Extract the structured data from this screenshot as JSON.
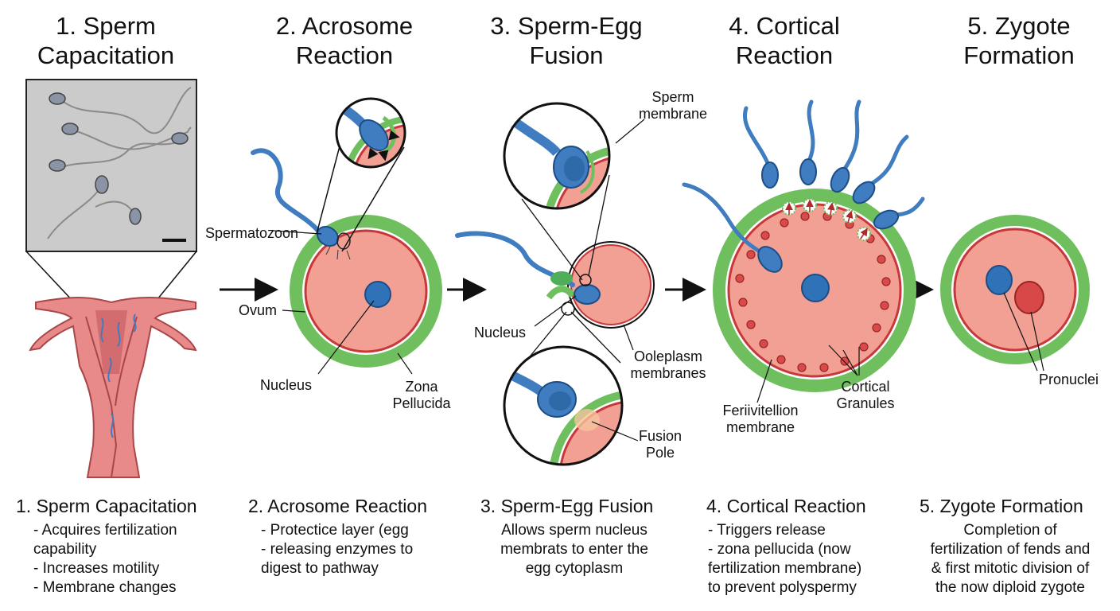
{
  "stages": [
    {
      "title": "1. Sperm\nCapacitation"
    },
    {
      "title": "2. Acrosome\nReaction"
    },
    {
      "title": "3. Sperm-Egg\nFusion"
    },
    {
      "title": "4. Cortical\nReaction"
    },
    {
      "title": "5. Zygote\nFormation"
    }
  ],
  "labels": {
    "spermatozoon": "Spermatozoon",
    "ovum": "Ovum",
    "nucleus_2": "Nucleus",
    "zona_pellucida": "Zona\nPellucida",
    "sperm_membrane": "Sperm\nmembrane",
    "nucleus_3": "Nucleus",
    "ooleplasm": "Ooleplasm\nmembranes",
    "fusion_pole": "Fusion\nPole",
    "perivitelline": "Feriivitellion\nmembrane",
    "cortical_granules": "Cortical\nGranules",
    "pronuclei": "Pronuclei"
  },
  "captions": [
    {
      "title": "1. Sperm Capacitation",
      "text": "- Acquires fertilization\n   capability\n- Increases motility\n- Membrane changes"
    },
    {
      "title": "2. Acrosome Reaction",
      "text": "- Protectice layer (egg\n- releasing enzymes to\n   digest to pathway"
    },
    {
      "title": "3. Sperm-Egg Fusion",
      "text": "Allows sperm nucleus\nmembrats to enter the\negg cytoplasm"
    },
    {
      "title": "4. Cortical Reaction",
      "text": "- Triggers release\n- zona pellucida (now\n   fertilization membrane)\n   to prevent polyspermy"
    },
    {
      "title": "5. Zygote Formation",
      "text": "Completion of\nfertilization of fends and\n& first mitotic division of\nthe now diploid zygote"
    }
  ],
  "colors": {
    "zona": "#6fbf5f",
    "egg": "#f2a094",
    "egg_border": "#c8373a",
    "sperm": "#3f7cc0",
    "nucleus": "#2f72b8",
    "pronucleus_female": "#d94848",
    "uterus": "#d9777a",
    "micrograph_bg": "#c9c9c9"
  }
}
